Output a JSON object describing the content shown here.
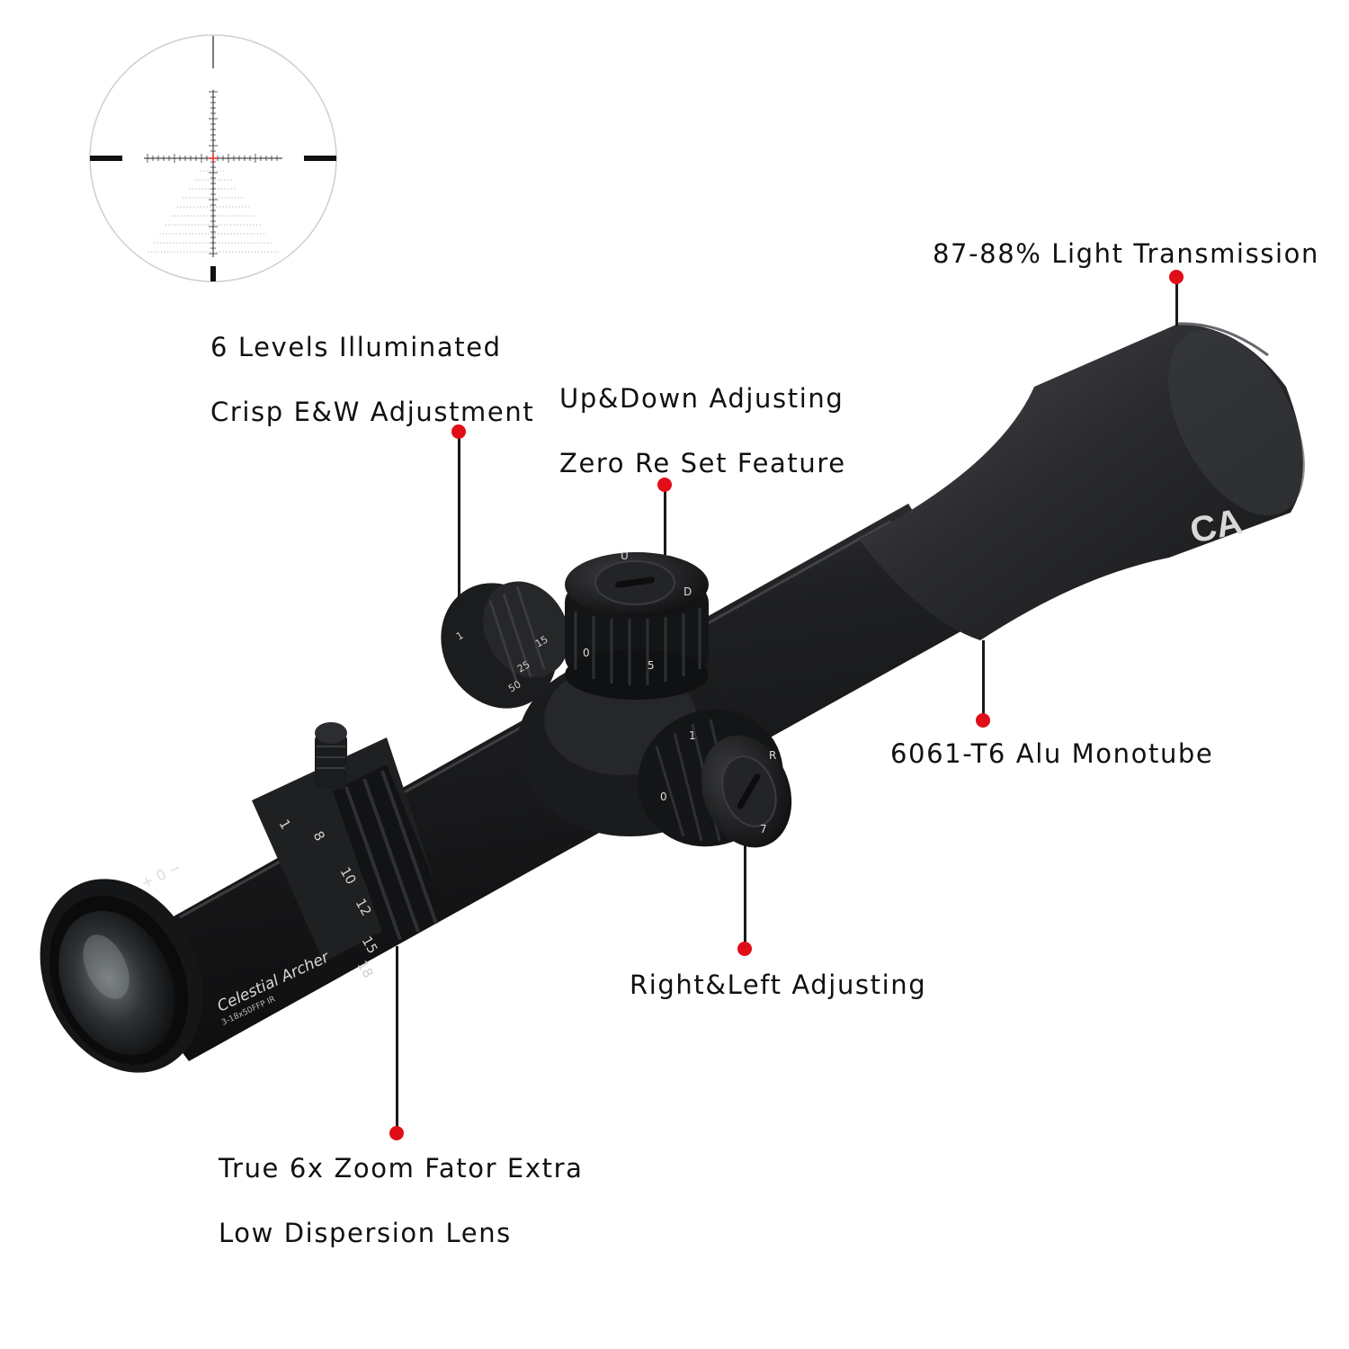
{
  "colors": {
    "accent_dot": "#e10d17",
    "scope_body": "#1b1c1e",
    "reticle_center": "#e0322e",
    "label_text": "#111111"
  },
  "scope": {
    "brand_mark": "CA",
    "model_name": "Celestial Archer",
    "model_spec": "3-18x50FFP IR",
    "zoom_scale": [
      "1",
      "8",
      "10",
      "12",
      "15",
      "18"
    ],
    "turret_letters": {
      "up": "U",
      "down": "D",
      "right": "R"
    },
    "turret_numbers": [
      "0",
      "5",
      "1",
      "0",
      "7"
    ],
    "illum_numbers": [
      "1",
      "15",
      "25",
      "50"
    ],
    "diopter_marks": "+ 0 −"
  },
  "callouts": {
    "light_transmission": "87-88% Light Transmission",
    "illumination_line1": "6 Levels Illuminated",
    "illumination_line2": "Crisp E&W Adjustment",
    "elevation_line1": "Up&Down Adjusting",
    "elevation_line2": "Zero Re Set Feature",
    "monotube": "6061-T6 Alu Monotube",
    "windage": "Right&Left Adjusting",
    "zoom_line1": "True 6x Zoom Fator Extra",
    "zoom_line2": "Low Dispersion Lens"
  }
}
